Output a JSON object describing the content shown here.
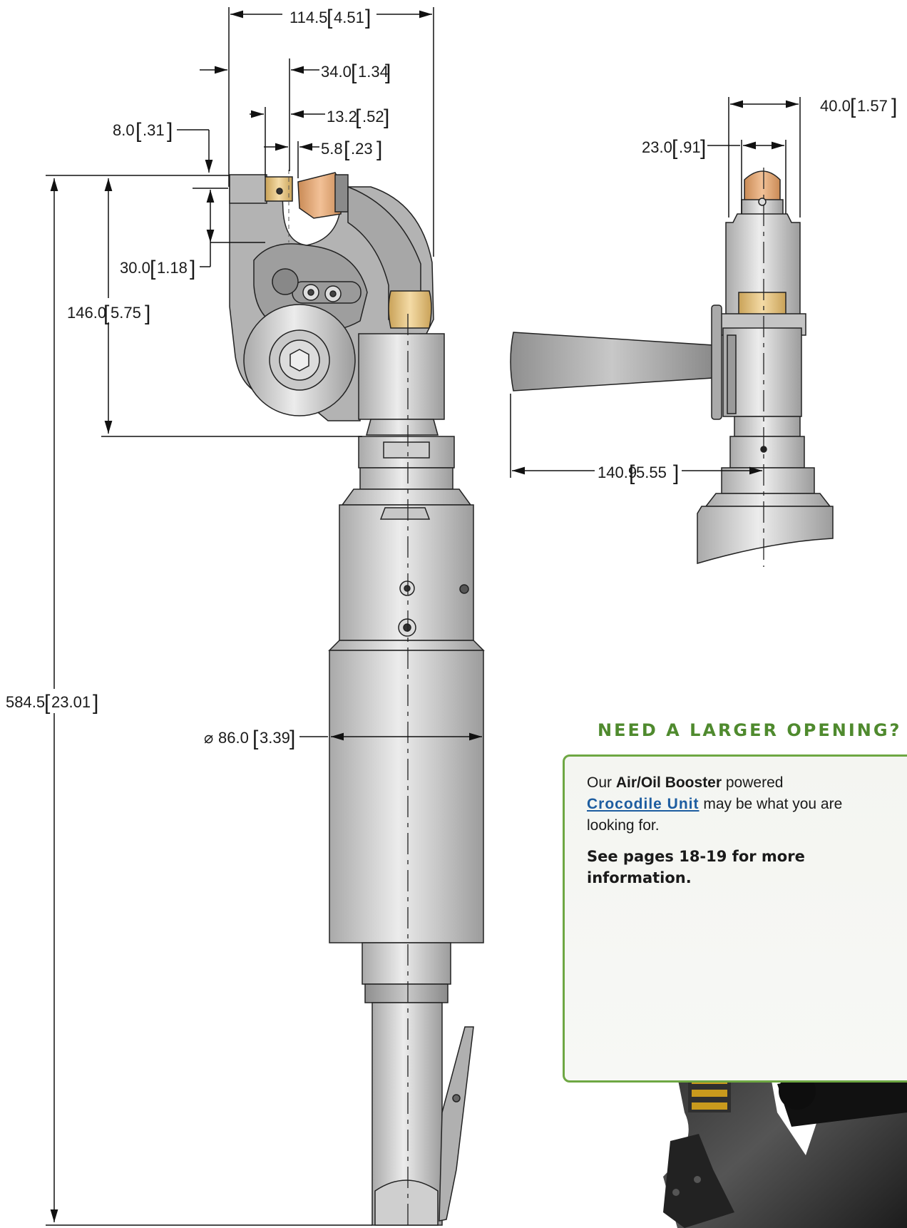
{
  "dimensions": {
    "overall_width": "114.5",
    "overall_width_in": "4.51",
    "jaw_offset": "34.0",
    "jaw_offset_in": "1.34",
    "anvil_offset": "13.2",
    "anvil_offset_in": ".52",
    "opening": "5.8",
    "opening_in": ".23",
    "lip": "8.0",
    "lip_in": ".31",
    "throat_depth": "30.0",
    "throat_depth_in": "1.18",
    "head_height": "146.0",
    "head_height_in": "5.75",
    "overall_length": "584.5",
    "overall_length_in": "23.01",
    "body_diameter": "86.0",
    "body_diameter_in": "3.39",
    "side_width": "40.0",
    "side_width_in": "1.57",
    "side_jaw_width": "23.0",
    "side_jaw_width_in": ".91",
    "handle_reach": "140.9",
    "handle_reach_in": "5.55"
  },
  "callout": {
    "title": "NEED A LARGER OPENING?",
    "line1_prefix": "Our ",
    "line1_bold": "Air/Oil Booster",
    "line1_suffix": " powered",
    "link_text": "Crocodile Unit",
    "line2_suffix": " may be what you are",
    "line3": "looking for.",
    "more_info": "See pages 18-19 for more information."
  },
  "colors": {
    "accent_green": "#4f8a2e",
    "box_border": "#6ea743",
    "link_blue": "#1d5da0",
    "tool_gray": "#b5b5b5",
    "copper": "#e0a777",
    "brass": "#e6c586"
  }
}
